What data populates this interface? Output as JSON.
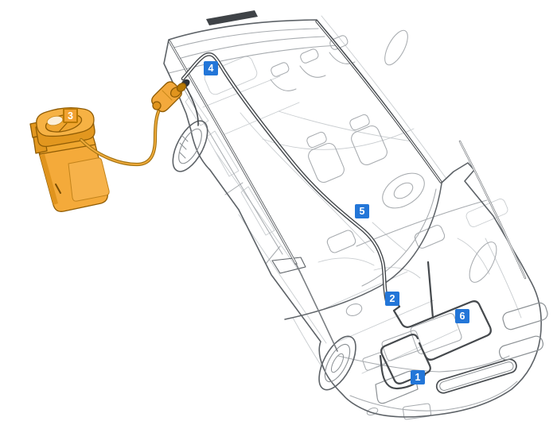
{
  "callouts": [
    {
      "number": "1",
      "color": "blue"
    },
    {
      "number": "2",
      "color": "blue"
    },
    {
      "number": "3",
      "color": "orange"
    },
    {
      "number": "4",
      "color": "blue"
    },
    {
      "number": "5",
      "color": "blue"
    },
    {
      "number": "6",
      "color": "blue"
    }
  ],
  "elements": [
    "car-xray-wireframe",
    "fuel-canister",
    "fuel-hose",
    "filler-nozzle",
    "fuel-line-run",
    "engine-bay-piping"
  ],
  "palette": {
    "callout_blue": "#2376D8",
    "callout_orange_fill": "#F1A231",
    "callout_orange_border": "#B97903",
    "canister_body": "#F4AA3A",
    "canister_shade": "#E0941E",
    "canister_outline": "#8F5C05",
    "hose_outline": "#A27211",
    "hose_core": "#EFAA3A",
    "wireframe_dark": "#45494D",
    "wireframe_mid": "#8B9094",
    "wireframe_light": "#B9BDC1",
    "background": "#FFFFFF"
  }
}
